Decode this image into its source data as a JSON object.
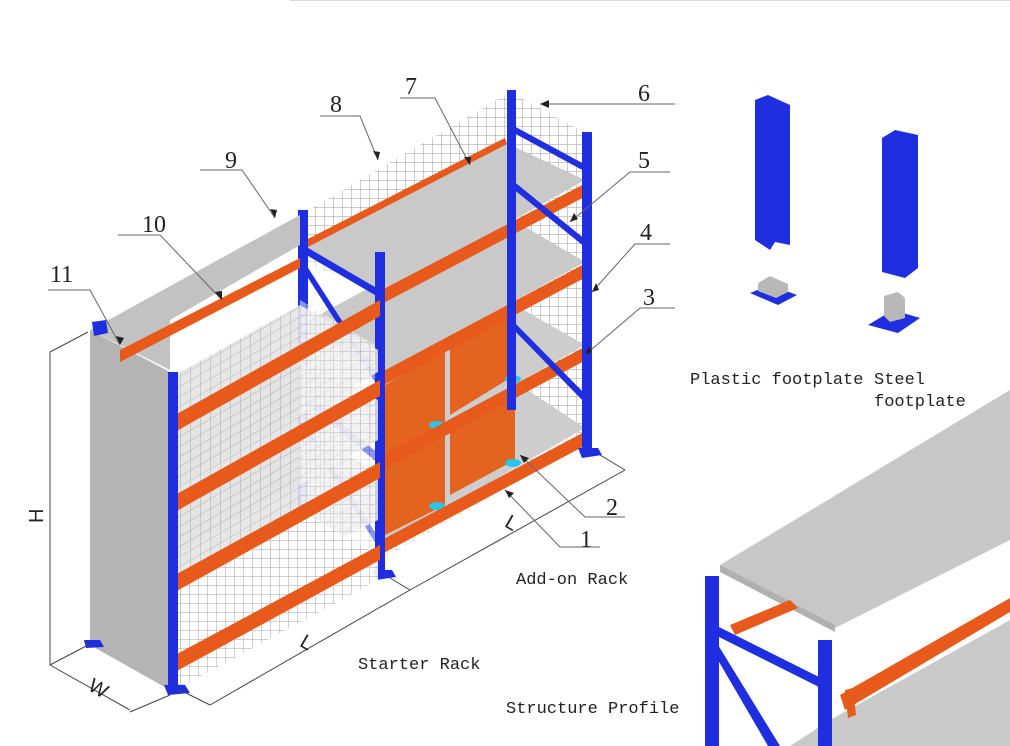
{
  "diagram": {
    "title": "Shelving rack structure diagram",
    "colors": {
      "upright_blue": "#1f2fe0",
      "beam_orange": "#e85a1c",
      "panel_grey": "#c8c8c8",
      "panel_side_grey": "#b4b4b4",
      "mesh_white": "#ffffff",
      "foot_cyan": "#29c6e6",
      "leader_line": "#555555"
    },
    "callouts": [
      "1",
      "2",
      "3",
      "4",
      "5",
      "6",
      "7",
      "8",
      "9",
      "10",
      "11"
    ],
    "dimensions": {
      "height": "H",
      "width": "W",
      "length_starter": "L",
      "length_addon": "L"
    },
    "labels": {
      "starter_rack": "Starter Rack",
      "addon_rack": "Add-on Rack",
      "plastic_footplate": "Plastic footplate",
      "steel_footplate_line1": "Steel",
      "steel_footplate_line2": "footplate",
      "structure_profile": "Structure Profile"
    }
  }
}
